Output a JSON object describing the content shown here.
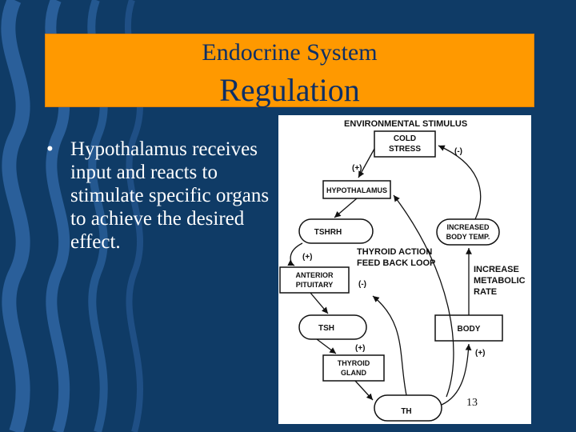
{
  "slide": {
    "title_line1": "Endocrine System",
    "title_line2": "Regulation",
    "bullet_symbol": "•",
    "bullet_text": "Hypothalamus receives input and reacts to stimulate specific organs to achieve the desired effect.",
    "page_number": "13"
  },
  "diagram": {
    "header": "ENVIRONMENTAL STIMULUS",
    "cold_stress": [
      "COLD",
      "STRESS"
    ],
    "hypothalamus": "HYPOTHALAMUS",
    "tshrh": "TSHRH",
    "anterior_pituitary": [
      "ANTERIOR",
      "PITUITARY"
    ],
    "tsh": "TSH",
    "thyroid_gland": [
      "THYROID",
      "GLAND"
    ],
    "th": "TH",
    "body": "BODY",
    "increased_body_temp": [
      "INCREASED",
      "BODY TEMP."
    ],
    "increase_metabolic_rate": [
      "INCREASE",
      "METABOLIC",
      "RATE"
    ],
    "feedback_loop": [
      "THYROID ACTION",
      "FEED BACK LOOP"
    ],
    "plus": "(+)",
    "minus": "(-)"
  },
  "colors": {
    "background": "#0f3b66",
    "wave_light": "#2a5f9a",
    "title_box": "#ff9900",
    "title_text": "#0d2f66",
    "bullet_text": "#ffffff"
  }
}
